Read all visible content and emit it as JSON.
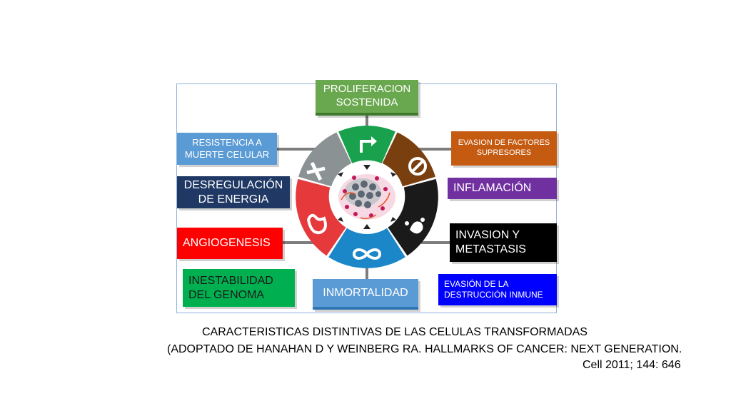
{
  "diagram": {
    "center_image": "tumor-cell-cluster",
    "segment_colors": {
      "green": "#19a14d",
      "brown": "#7a3f0f",
      "black": "#1a1a1a",
      "blue": "#1b87c8",
      "red": "#e5393b",
      "gray": "#8a9294"
    },
    "labels": {
      "proliferacion": "PROLIFERACION SOSTENIDA",
      "evasion_supresores": "EVASION DE FACTORES SUPRESORES",
      "inflamacion": "INFLAMACIÓN",
      "invasion": "INVASION Y METASTASIS",
      "evasion_inmune": "EVASIÓN DE LA DESTRUCCIÓN INMUNE",
      "inmortalidad": "INMORTALIDAD",
      "inestabilidad": "INESTABILIDAD DEL GENOMA",
      "angiogenesis": "ANGIOGENESIS",
      "desregulacion": "DESREGULACIÓN DE ENERGIA",
      "resistencia": "RESISTENCIA A MUERTE CELULAR"
    }
  },
  "caption": {
    "line1": "CARACTERISTICAS DISTINTIVAS DE LAS CELULAS TRANSFORMADAS",
    "line2": "(ADOPTADO DE HANAHAN D Y WEINBERG RA.  HALLMARKS OF CANCER: NEXT GENERATION.",
    "line3": "Cell 2011; 144: 646"
  }
}
